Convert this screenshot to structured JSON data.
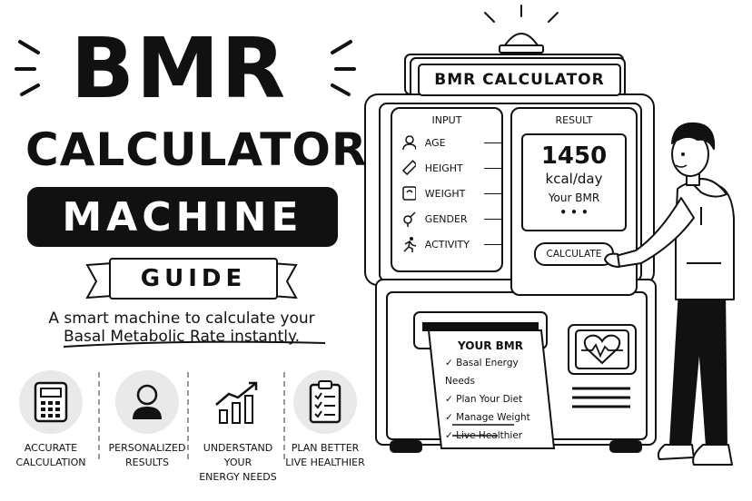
{
  "title": {
    "line1": "BMR",
    "line2": "CALCULATOR",
    "line3": "MACHINE",
    "line4": "GUIDE"
  },
  "subtitle": {
    "line1": "A smart machine to calculate your",
    "line2": "Basal Metabolic Rate instantly."
  },
  "features": [
    {
      "icon": "calculator-icon",
      "line1": "ACCURATE",
      "line2": "CALCULATION"
    },
    {
      "icon": "person-icon",
      "line1": "PERSONALIZED",
      "line2": "RESULTS"
    },
    {
      "icon": "growth-chart-icon",
      "line1": "UNDERSTAND YOUR",
      "line2": "ENERGY NEEDS"
    },
    {
      "icon": "checklist-icon",
      "line1": "PLAN BETTER",
      "line2": "LIVE HEALTHIER"
    }
  ],
  "machine": {
    "header": "BMR CALCULATOR",
    "input_title": "INPUT",
    "inputs": [
      {
        "label": "AGE",
        "icon": "person-icon"
      },
      {
        "label": "HEIGHT",
        "icon": "ruler-icon"
      },
      {
        "label": "WEIGHT",
        "icon": "scale-icon"
      },
      {
        "label": "GENDER",
        "icon": "gender-icon"
      },
      {
        "label": "ACTIVITY",
        "icon": "running-icon"
      }
    ],
    "result_title": "RESULT",
    "result_value": "1450",
    "result_unit": "kcal/day",
    "result_caption": "Your BMR",
    "result_dots": "• • •",
    "calculate_label": "CALCULATE",
    "receipt": {
      "title": "YOUR BMR",
      "items": [
        "Basal Energy Needs",
        "Plan Your Diet",
        "Manage Weight",
        "Live Healthier"
      ]
    }
  }
}
